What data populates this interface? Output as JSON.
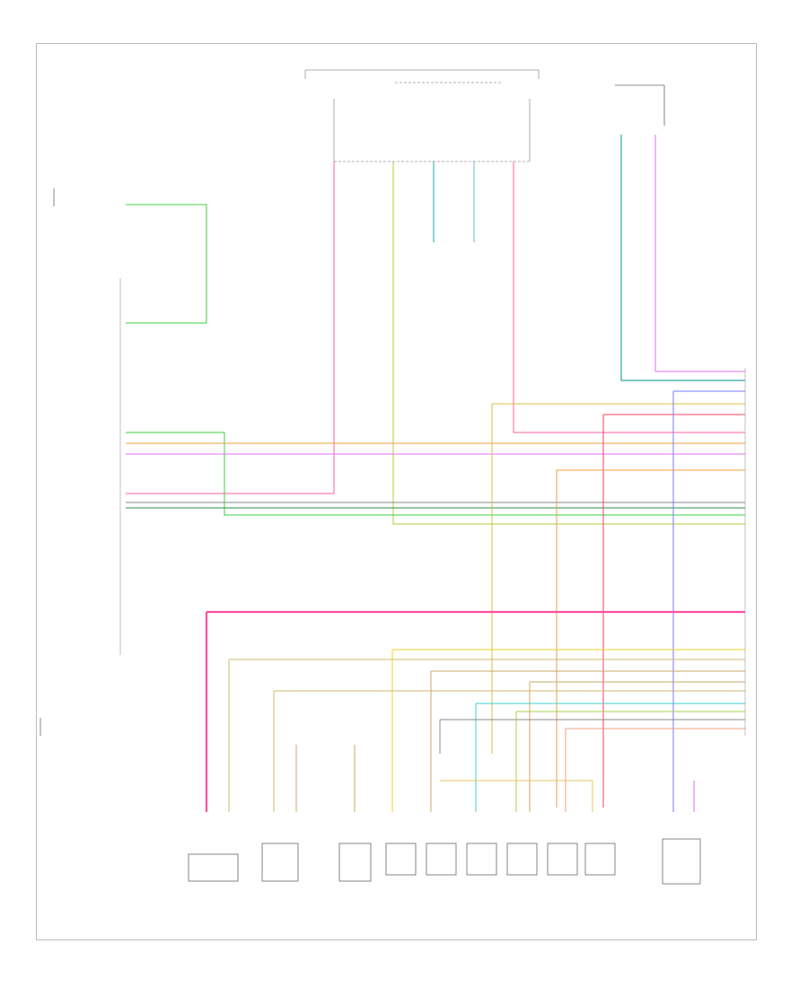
{
  "diagram": {
    "footer_code": "",
    "colors": {
      "pink": "#ff5fa0",
      "green": "#3fcf3f",
      "teal": "#2aa7a0",
      "orange": "#f0a040",
      "violet": "#e070f0",
      "yellow": "#d8c040",
      "dark_green": "#2a8a4a",
      "gray": "#888888",
      "blue": "#7a7aff",
      "frame": "#bbbbbb"
    },
    "components": [
      {
        "key": "top_connector",
        "lines": []
      },
      {
        "key": "pcm_connector",
        "lines": []
      },
      {
        "key": "sensor_top_right",
        "lines": []
      },
      {
        "key": "sensor_bottom_1",
        "lines": []
      },
      {
        "key": "sensor_bottom_2",
        "lines": []
      },
      {
        "key": "sensor_bottom_3",
        "lines": []
      },
      {
        "key": "injector_1",
        "lines": []
      },
      {
        "key": "injector_2",
        "lines": []
      },
      {
        "key": "injector_3",
        "lines": []
      },
      {
        "key": "injector_4",
        "lines": []
      },
      {
        "key": "injector_5",
        "lines": []
      },
      {
        "key": "injector_6",
        "lines": []
      },
      {
        "key": "sensor_right_bottom",
        "lines": []
      }
    ],
    "footer_lines": []
  }
}
